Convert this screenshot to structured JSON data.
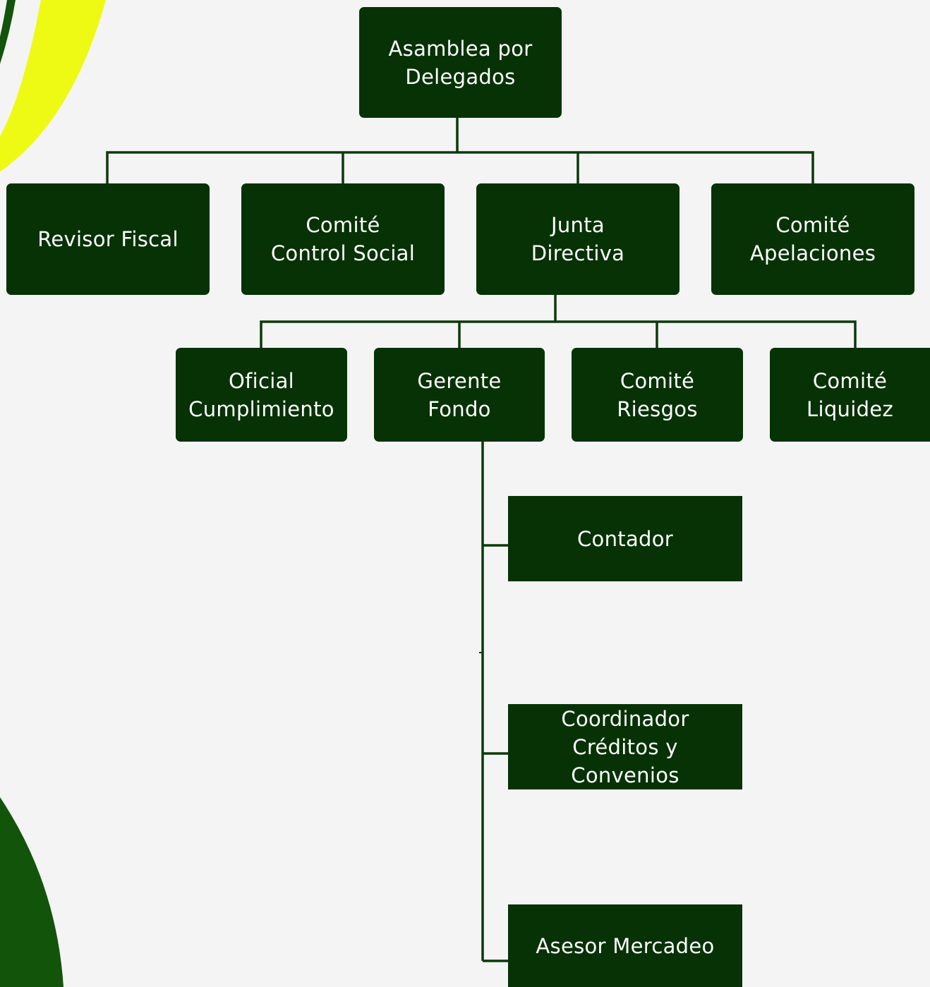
{
  "org_chart": {
    "root": {
      "label": "Asamblea por\nDelegados"
    },
    "level1": [
      {
        "label": "Revisor Fiscal"
      },
      {
        "label": "Comité\nControl Social"
      },
      {
        "label": "Junta\nDirectiva"
      },
      {
        "label": "Comité\nApelaciones"
      }
    ],
    "level2": [
      {
        "label": "Oficial\nCumplimiento"
      },
      {
        "label": "Gerente\nFondo"
      },
      {
        "label": "Comité\nRiesgos"
      },
      {
        "label": "Comité\nLiquidez"
      }
    ],
    "level3": [
      {
        "label": "Contador"
      },
      {
        "label": "Coordinador\nCréditos y\nConvenios"
      },
      {
        "label": "Asesor Mercadeo"
      }
    ]
  },
  "colors": {
    "node_fill": "#073206",
    "connector": "#0b3a0a",
    "background": "#f4f4f4",
    "accent_yellow": "#eefa14",
    "accent_green": "#11540a"
  }
}
